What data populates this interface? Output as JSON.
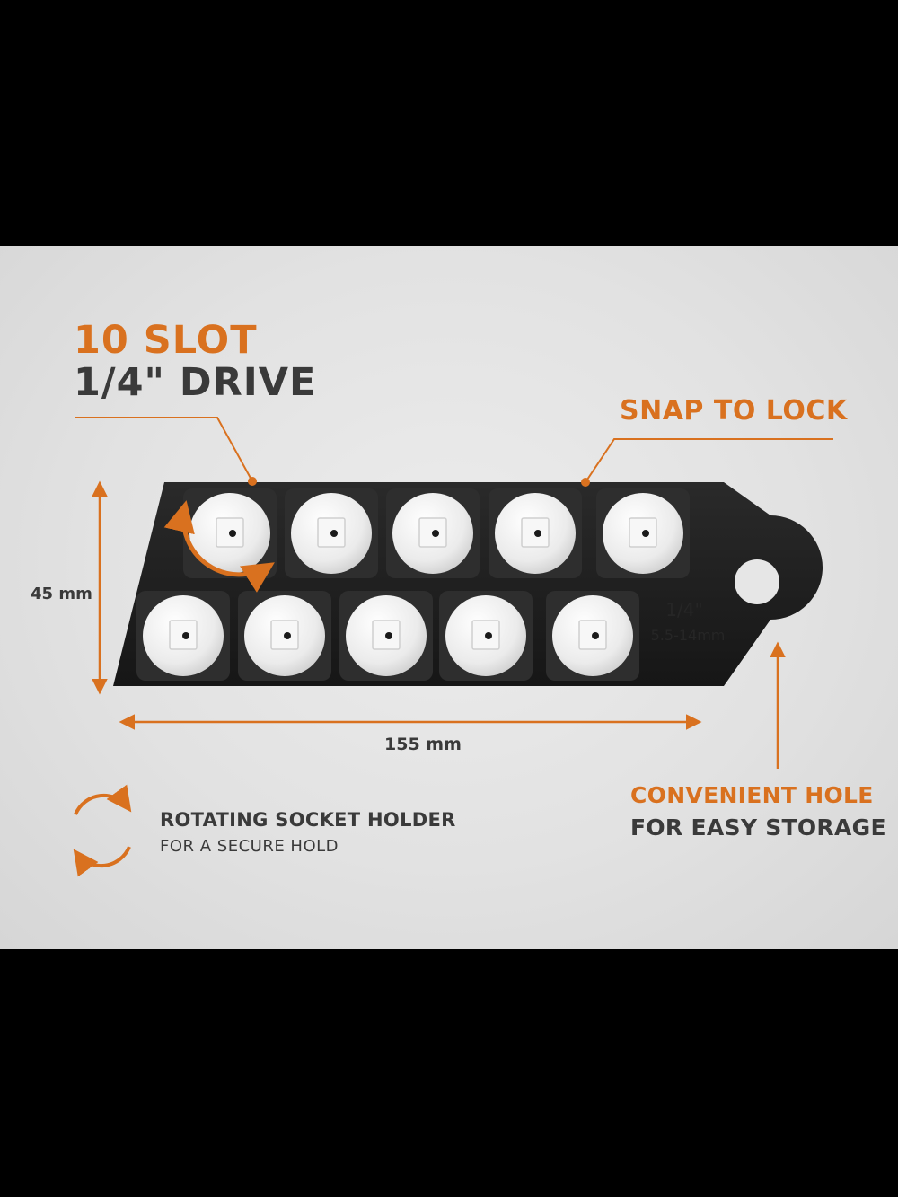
{
  "headline": {
    "slots": "10 SLOT",
    "drive": "1/4\" DRIVE"
  },
  "callouts": {
    "snap_to_lock": "SNAP TO LOCK",
    "hole_title": "CONVENIENT HOLE",
    "hole_subtitle": "FOR EASY STORAGE"
  },
  "dimensions": {
    "height": "45 mm",
    "width": "155 mm"
  },
  "legend": {
    "icon": "rotate-arrows-icon",
    "title": "ROTATING SOCKET HOLDER",
    "subtitle": "FOR A SECURE HOLD"
  },
  "rail_engraving": {
    "size": "1/4\"",
    "range": "5.5-14mm"
  },
  "colors": {
    "accent": "#d9711f",
    "rail": "#1e1e1e",
    "text_dark": "#3a3a3a",
    "background": "#e6e6e6"
  }
}
